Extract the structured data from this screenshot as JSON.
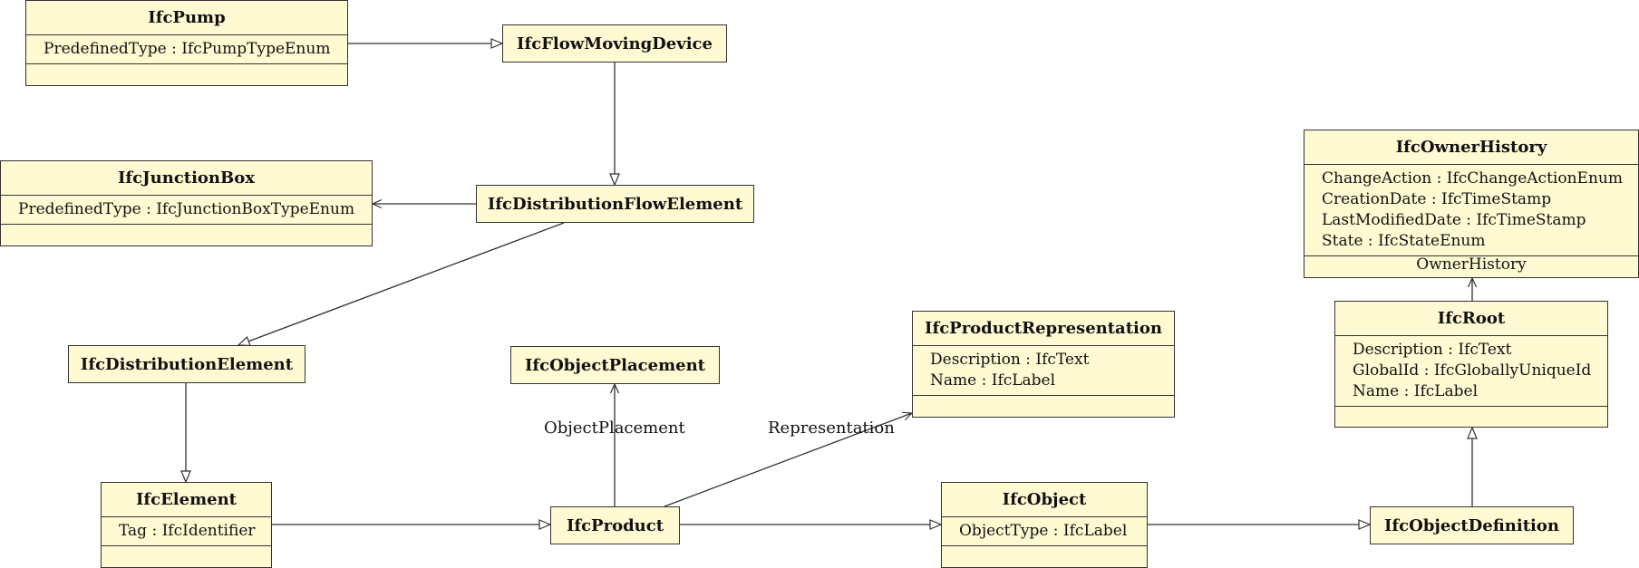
{
  "diagram": {
    "classes": {
      "pump": {
        "name": "IfcPump",
        "attributes": [
          "PredefinedType : IfcPumpTypeEnum"
        ]
      },
      "flow_moving_device": {
        "name": "IfcFlowMovingDevice"
      },
      "junction_box": {
        "name": "IfcJunctionBox",
        "attributes": [
          "PredefinedType : IfcJunctionBoxTypeEnum"
        ]
      },
      "distribution_flow_element": {
        "name": "IfcDistributionFlowElement"
      },
      "owner_history": {
        "name": "IfcOwnerHistory",
        "attributes": [
          "ChangeAction : IfcChangeActionEnum",
          "CreationDate : IfcTimeStamp",
          "LastModifiedDate : IfcTimeStamp",
          "State : IfcStateEnum"
        ],
        "footer": "OwnerHistory"
      },
      "root": {
        "name": "IfcRoot",
        "attributes": [
          "Description : IfcText",
          "GlobalId : IfcGloballyUniqueId",
          "Name : IfcLabel"
        ]
      },
      "product_representation": {
        "name": "IfcProductRepresentation",
        "attributes": [
          "Description : IfcText",
          "Name : IfcLabel"
        ]
      },
      "distribution_element": {
        "name": "IfcDistributionElement"
      },
      "object_placement": {
        "name": "IfcObjectPlacement"
      },
      "element": {
        "name": "IfcElement",
        "attributes": [
          "Tag : IfcIdentifier"
        ]
      },
      "product": {
        "name": "IfcProduct"
      },
      "object": {
        "name": "IfcObject",
        "attributes": [
          "ObjectType : IfcLabel"
        ]
      },
      "object_definition": {
        "name": "IfcObjectDefinition"
      }
    },
    "association_labels": {
      "object_placement": "ObjectPlacement",
      "representation": "Representation"
    },
    "colors": {
      "box_fill": "#fffad2",
      "stroke": "#333333"
    }
  }
}
